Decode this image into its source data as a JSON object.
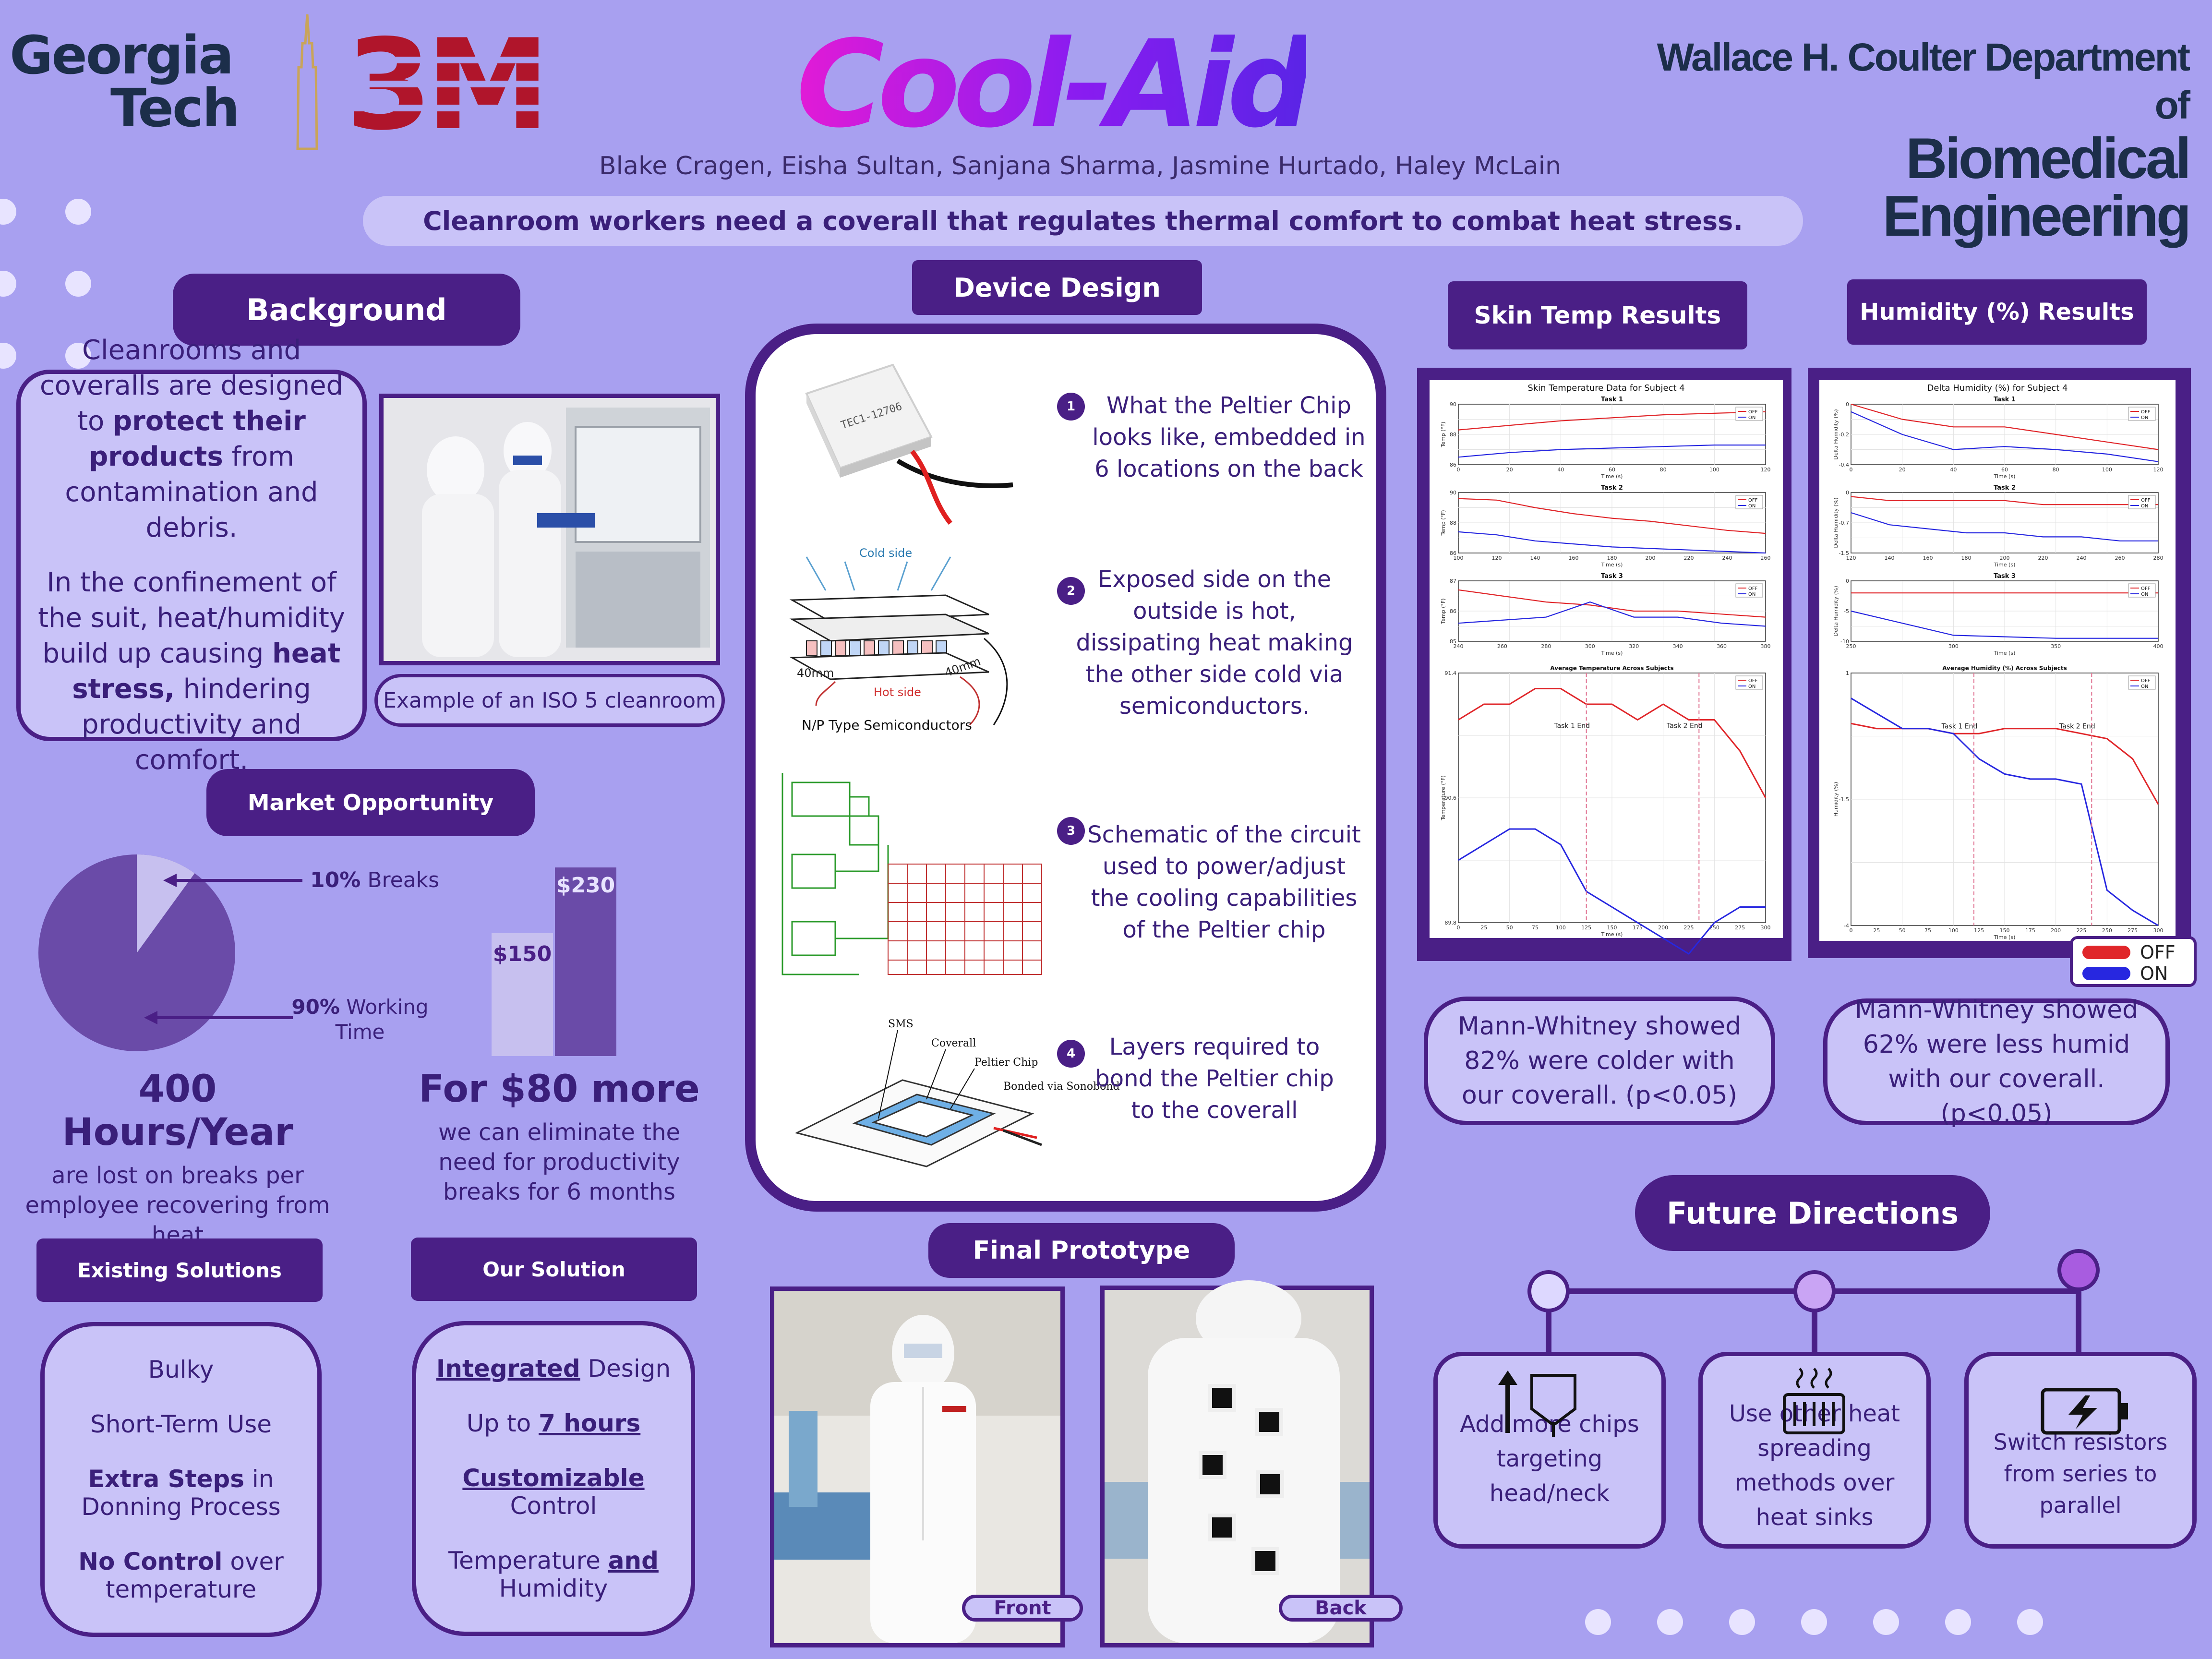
{
  "header": {
    "gt_logo_line1": "Georgia",
    "gt_logo_line2": "Tech",
    "sponsor_logo": "3M",
    "title": "Cool-Aid",
    "dept_line1": "Wallace H. Coulter Department of",
    "dept_line2": "Biomedical Engineering",
    "authors": "Blake Cragen, Eisha Sultan, Sanjana Sharma, Jasmine Hurtado, Haley McLain",
    "tagline": "Cleanroom workers need a coverall that regulates thermal comfort to combat heat stress."
  },
  "background": {
    "heading": "Background",
    "p1_a": "Cleanrooms and coveralls are designed to ",
    "p1_b": "protect their products",
    "p1_c": " from contamination and debris.",
    "p2_a": "In the confinement of the suit, heat/humidity build up causing ",
    "p2_b": "heat stress,",
    "p2_c": " hindering productivity and comfort.",
    "photo_caption": "Example of an ISO 5 cleanroom"
  },
  "market": {
    "heading": "Market Opportunity",
    "pie_breaks_pct": "10%",
    "pie_breaks_label": " Breaks",
    "pie_working_pct": "90%",
    "pie_working_label": " Working Time",
    "bar_low_label": "$150",
    "bar_high_label": "$230",
    "stat1_big": "400 Hours/Year",
    "stat1_small": "are lost on breaks per employee recovering from heat",
    "stat2_big": "For $80 more",
    "stat2_small": "we can eliminate the need for productivity breaks for 6 months",
    "colors": {
      "pie_main": "#6a4ba8",
      "pie_slice": "#c7c0ef",
      "bar_low": "#c7c0ef",
      "bar_high": "#6a4ba8"
    }
  },
  "existing": {
    "heading": "Existing Solutions",
    "item1": "Bulky",
    "item2": "Short-Term Use",
    "item3_b": "Extra Steps",
    "item3_c": " in Donning Process",
    "item4_b": "No Control",
    "item4_c": " over temperature"
  },
  "solution": {
    "heading": "Our Solution",
    "item1_b": "Integrated",
    "item1_c": " Design",
    "item2_a": "Up to ",
    "item2_b": "7 hours",
    "item3_b": "Customizable",
    "item3_c": " Control",
    "item4_a": "Temperature ",
    "item4_b": "and",
    "item4_c": " Humidity"
  },
  "device": {
    "heading": "Device Design",
    "chip_label": "TEC1-12706",
    "cold_side": "Cold side",
    "hot_side": "Hot side",
    "dim1": "40mm",
    "dim2": "40mm",
    "np_label": "N/P Type Semiconductors",
    "layer_sms": "SMS",
    "layer_coverall": "Coverall",
    "layer_peltier": "Peltier Chip",
    "layer_bonded": "Bonded via Sonobond",
    "steps": [
      {
        "num": "1",
        "text": "What the Peltier Chip looks like, embedded in 6 locations on the back"
      },
      {
        "num": "2",
        "text": "Exposed side on the outside is hot, dissipating heat making the other side cold via semiconductors."
      },
      {
        "num": "3",
        "text": "Schematic of the circuit used to power/adjust the cooling capabilities of the Peltier chip"
      },
      {
        "num": "4",
        "text": "Layers required to bond the Peltier chip to the coverall"
      }
    ]
  },
  "prototype": {
    "heading": "Final Prototype",
    "front": "Front",
    "back": "Back"
  },
  "skin": {
    "heading": "Skin Temp Results",
    "chart_title": "Skin Temperature Data for Subject 4",
    "avg_title": "Average Temperature Across Subjects",
    "task1": "Task 1",
    "task2": "Task 2",
    "task3": "Task 3",
    "task1_end": "Task 1 End",
    "task2_end": "Task 2 End",
    "xlabel": "Time (s)",
    "ylabel": "Temp (°F)",
    "avg_ylabel": "Temperature (°F)",
    "result": "Mann-Whitney showed 82% were colder with our coverall. (p<0.05)"
  },
  "humidity": {
    "heading": "Humidity (%) Results",
    "chart_title": "Delta Humidity (%) for Subject 4",
    "avg_title": "Average Humidity (%) Across Subjects",
    "task1": "Task 1",
    "task2": "Task 2",
    "task3": "Task 3",
    "task1_end": "Task 1 End",
    "task2_end": "Task 2 End",
    "xlabel": "Time (s)",
    "ylabel": "Delta Humidity (%)",
    "avg_ylabel": "Humidity (%)",
    "result": "Mann-Whitney showed 62% were less humid with our coverall. (p<0.05)"
  },
  "legend": {
    "off": "OFF",
    "on": "ON",
    "off_color": "#e0262a",
    "on_color": "#2727e0"
  },
  "future": {
    "heading": "Future Directions",
    "item1": "Add more chips targeting head/neck",
    "item2": "Use other heat spreading methods over heat sinks",
    "item3": "Switch resistors from series to parallel"
  },
  "chart_data": [
    {
      "type": "line",
      "title": "Skin Temperature Data for Subject 4",
      "panels": [
        {
          "name": "Task 1",
          "x": [
            0,
            20,
            40,
            60,
            80,
            100,
            120
          ],
          "ylim": [
            86,
            90
          ],
          "series": [
            {
              "name": "OFF",
              "values": [
                88.3,
                88.6,
                88.9,
                89.1,
                89.3,
                89.4,
                89.5
              ]
            },
            {
              "name": "ON",
              "values": [
                86.5,
                86.8,
                87.0,
                87.1,
                87.2,
                87.3,
                87.3
              ]
            }
          ]
        },
        {
          "name": "Task 2",
          "x": [
            100,
            120,
            140,
            160,
            180,
            200,
            220,
            240,
            260
          ],
          "ylim": [
            86,
            90
          ],
          "series": [
            {
              "name": "OFF",
              "values": [
                89.6,
                89.5,
                89.0,
                88.6,
                88.3,
                88.1,
                87.8,
                87.5,
                87.3
              ]
            },
            {
              "name": "ON",
              "values": [
                87.4,
                87.2,
                86.8,
                86.6,
                86.4,
                86.3,
                86.2,
                86.1,
                86.0
              ]
            }
          ]
        },
        {
          "name": "Task 3",
          "x": [
            240,
            260,
            280,
            300,
            320,
            340,
            360,
            380
          ],
          "ylim": [
            85,
            87
          ],
          "series": [
            {
              "name": "OFF",
              "values": [
                86.7,
                86.5,
                86.3,
                86.2,
                86.0,
                86.0,
                85.9,
                85.8
              ]
            },
            {
              "name": "ON",
              "values": [
                85.6,
                85.7,
                85.8,
                86.3,
                85.8,
                85.8,
                85.6,
                85.5
              ]
            }
          ]
        }
      ]
    },
    {
      "type": "line",
      "title": "Average Temperature Across Subjects",
      "x": [
        0,
        25,
        50,
        75,
        100,
        125,
        150,
        175,
        200,
        225,
        250,
        275,
        300
      ],
      "ylim": [
        89.8,
        91.4
      ],
      "series": [
        {
          "name": "OFF",
          "values": [
            91.1,
            91.2,
            91.2,
            91.3,
            91.3,
            91.2,
            91.2,
            91.1,
            91.2,
            91.1,
            91.1,
            90.9,
            90.6
          ]
        },
        {
          "name": "ON",
          "values": [
            90.2,
            90.3,
            90.4,
            90.4,
            90.3,
            90.0,
            89.9,
            89.8,
            89.7,
            89.6,
            89.8,
            89.9,
            89.9
          ]
        }
      ]
    },
    {
      "type": "line",
      "title": "Delta Humidity (%) for Subject 4",
      "panels": [
        {
          "name": "Task 1",
          "x": [
            0,
            20,
            40,
            60,
            80,
            100,
            120
          ],
          "ylim": [
            -0.4,
            0
          ],
          "series": [
            {
              "name": "OFF",
              "values": [
                0,
                -0.1,
                -0.15,
                -0.15,
                -0.2,
                -0.25,
                -0.3
              ]
            },
            {
              "name": "ON",
              "values": [
                -0.05,
                -0.2,
                -0.3,
                -0.28,
                -0.3,
                -0.33,
                -0.38
              ]
            }
          ]
        },
        {
          "name": "Task 2",
          "x": [
            120,
            140,
            160,
            180,
            200,
            220,
            240,
            260,
            280
          ],
          "ylim": [
            -1.5,
            0
          ],
          "series": [
            {
              "name": "OFF",
              "values": [
                -0.1,
                -0.2,
                -0.2,
                -0.2,
                -0.2,
                -0.3,
                -0.3,
                -0.3,
                -0.3
              ]
            },
            {
              "name": "ON",
              "values": [
                -0.5,
                -0.8,
                -0.9,
                -1.0,
                -1.0,
                -1.1,
                -1.1,
                -1.2,
                -1.2
              ]
            }
          ]
        },
        {
          "name": "Task 3",
          "x": [
            250,
            300,
            350,
            400
          ],
          "ylim": [
            -10,
            0
          ],
          "series": [
            {
              "name": "OFF",
              "values": [
                -2,
                -2,
                -2,
                -2
              ]
            },
            {
              "name": "ON",
              "values": [
                -5,
                -9,
                -9.5,
                -9.5
              ]
            }
          ]
        }
      ]
    },
    {
      "type": "line",
      "title": "Average Humidity (%) Across Subjects",
      "x": [
        0,
        25,
        50,
        75,
        100,
        125,
        150,
        175,
        200,
        225,
        250,
        275,
        300
      ],
      "ylim": [
        -4,
        1
      ],
      "series": [
        {
          "name": "OFF",
          "values": [
            0,
            -0.1,
            -0.1,
            -0.1,
            -0.2,
            -0.2,
            -0.1,
            -0.1,
            -0.1,
            -0.2,
            -0.3,
            -0.7,
            -1.6
          ]
        },
        {
          "name": "ON",
          "values": [
            0.5,
            0.2,
            -0.1,
            -0.1,
            -0.2,
            -0.7,
            -1.0,
            -1.1,
            -1.1,
            -1.2,
            -3.3,
            -3.7,
            -4.0
          ]
        }
      ]
    },
    {
      "type": "pie",
      "categories": [
        "Breaks",
        "Working Time"
      ],
      "values": [
        10,
        90
      ]
    },
    {
      "type": "bar",
      "categories": [
        "$150",
        "$230"
      ],
      "values": [
        150,
        230
      ]
    }
  ]
}
